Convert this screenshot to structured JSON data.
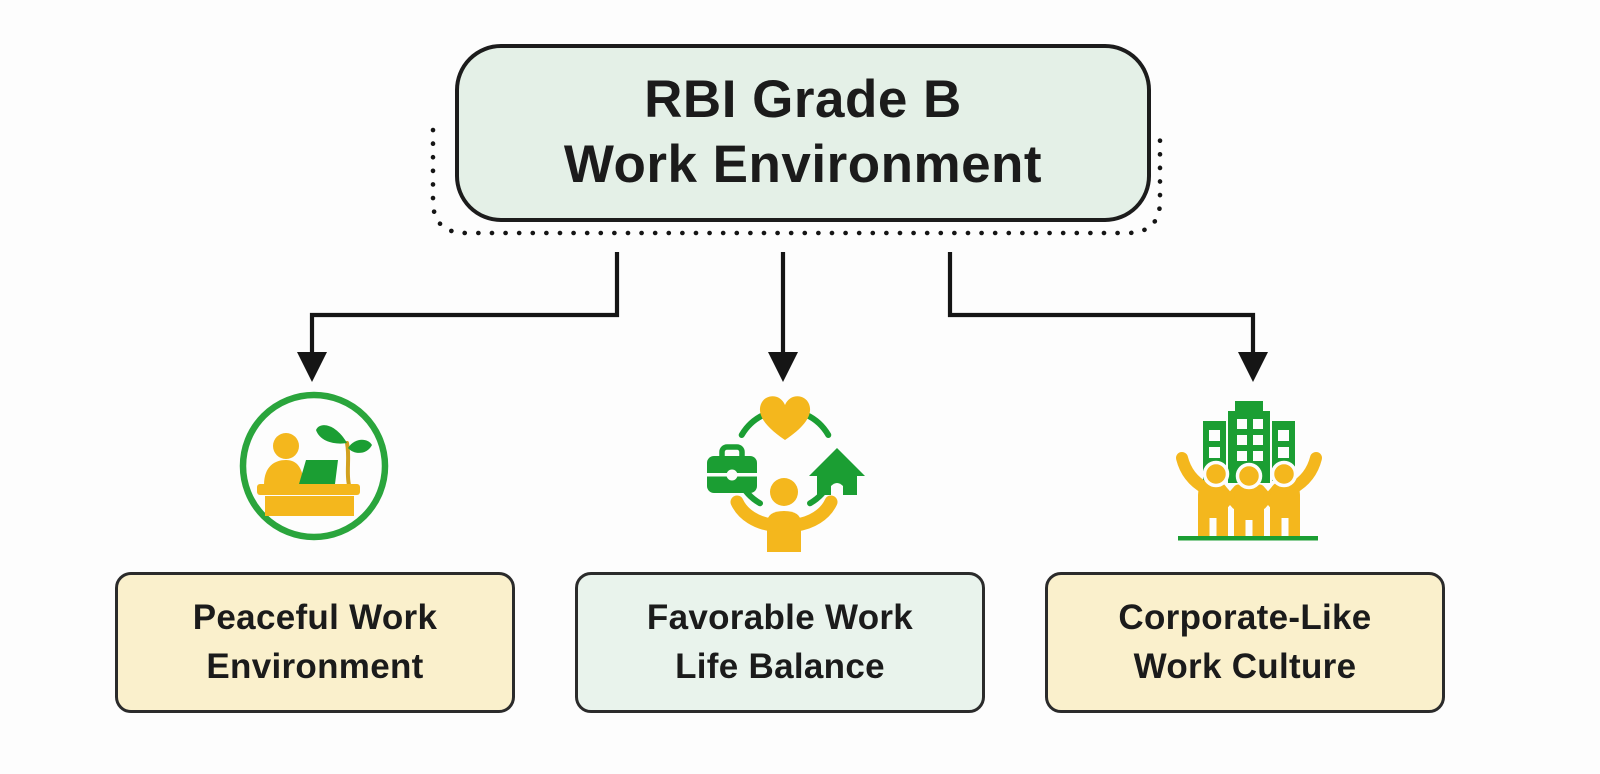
{
  "diagram": {
    "title": {
      "line1": "RBI Grade B",
      "line2": "Work Environment"
    },
    "branches": [
      {
        "icon": "person-at-desk-icon",
        "label": {
          "line1": "Peaceful Work",
          "line2": "Environment"
        }
      },
      {
        "icon": "work-life-balance-icon",
        "label": {
          "line1": "Favorable Work",
          "line2": "Life Balance"
        }
      },
      {
        "icon": "corporate-buildings-team-icon",
        "label": {
          "line1": "Corporate-Like",
          "line2": "Work Culture"
        }
      }
    ],
    "colors": {
      "title_box_fill": "#e4f0e7",
      "mint_box_fill": "#e9f3ec",
      "cream_box_fill": "#faf0cc",
      "line_color": "#151515",
      "icon_green": "#1b9e33",
      "icon_yellow": "#f4b71d",
      "text_color": "#1b1b1b"
    }
  }
}
